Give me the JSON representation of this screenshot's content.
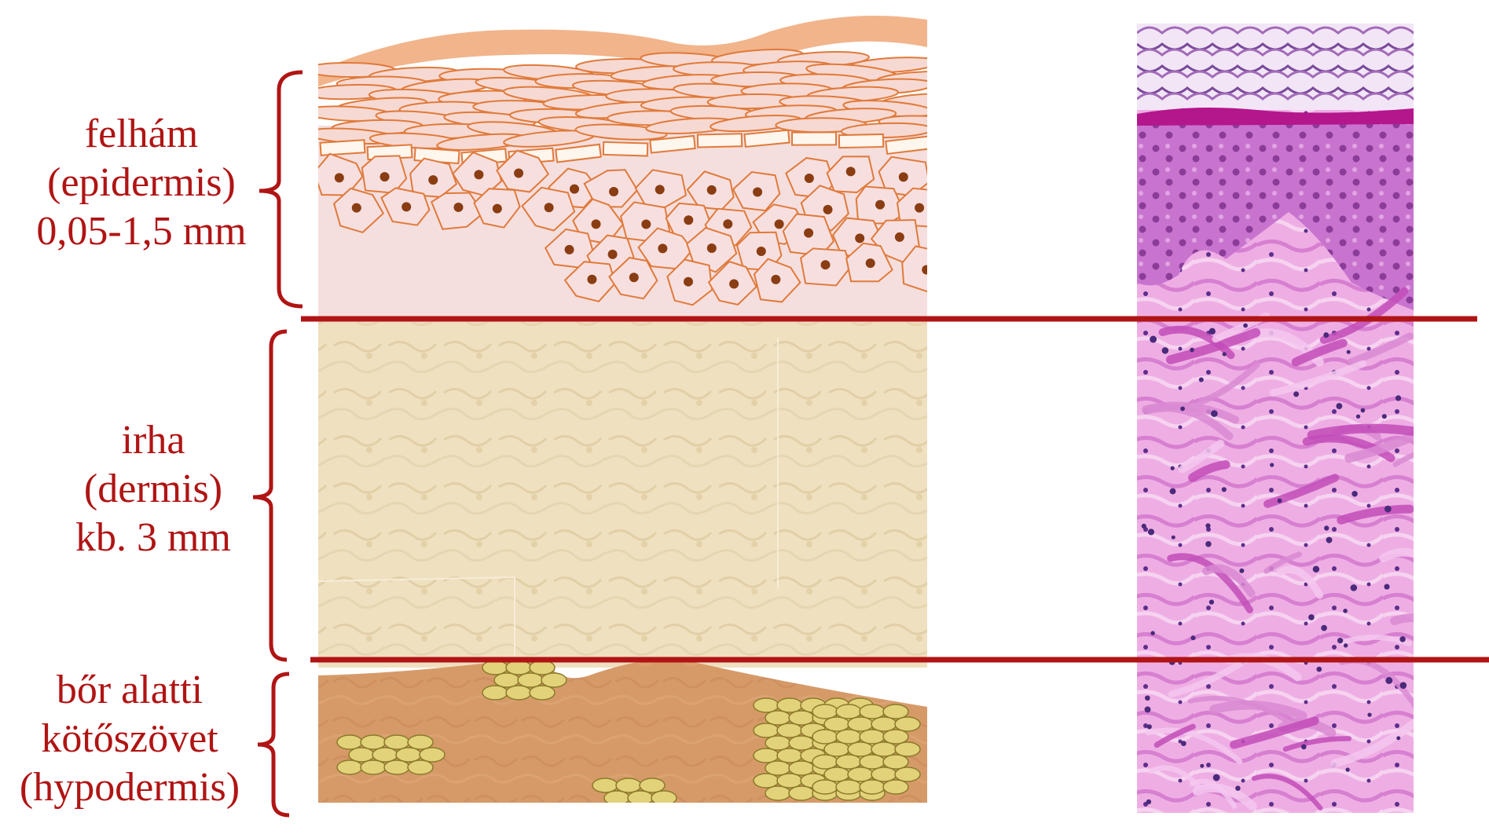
{
  "layers": [
    {
      "id": "epidermis",
      "lines": [
        "felhám",
        "(epidermis)",
        "0,05-1,5 mm"
      ]
    },
    {
      "id": "dermis",
      "lines": [
        "irha",
        "(dermis)",
        "kb. 3 mm"
      ]
    },
    {
      "id": "hypodermis",
      "lines": [
        "bőr alatti",
        "kötőszövet",
        "(hypodermis)"
      ]
    }
  ],
  "colors": {
    "label_text": "#b01414",
    "bracket": "#b01414",
    "divider": "#b01414",
    "skin_surface": "#f2b48a",
    "keratin_cell_fill": "#f6d9d2",
    "cell_outline": "#e07a3a",
    "cell_nucleus": "#8a3d12",
    "dermis_fill": "#efe1c2",
    "hypodermis_fill": "#d59a6a",
    "fat_cell_fill": "#e2d27a",
    "histology_pink": "#e59ad8",
    "histology_dark": "#b0409a"
  }
}
